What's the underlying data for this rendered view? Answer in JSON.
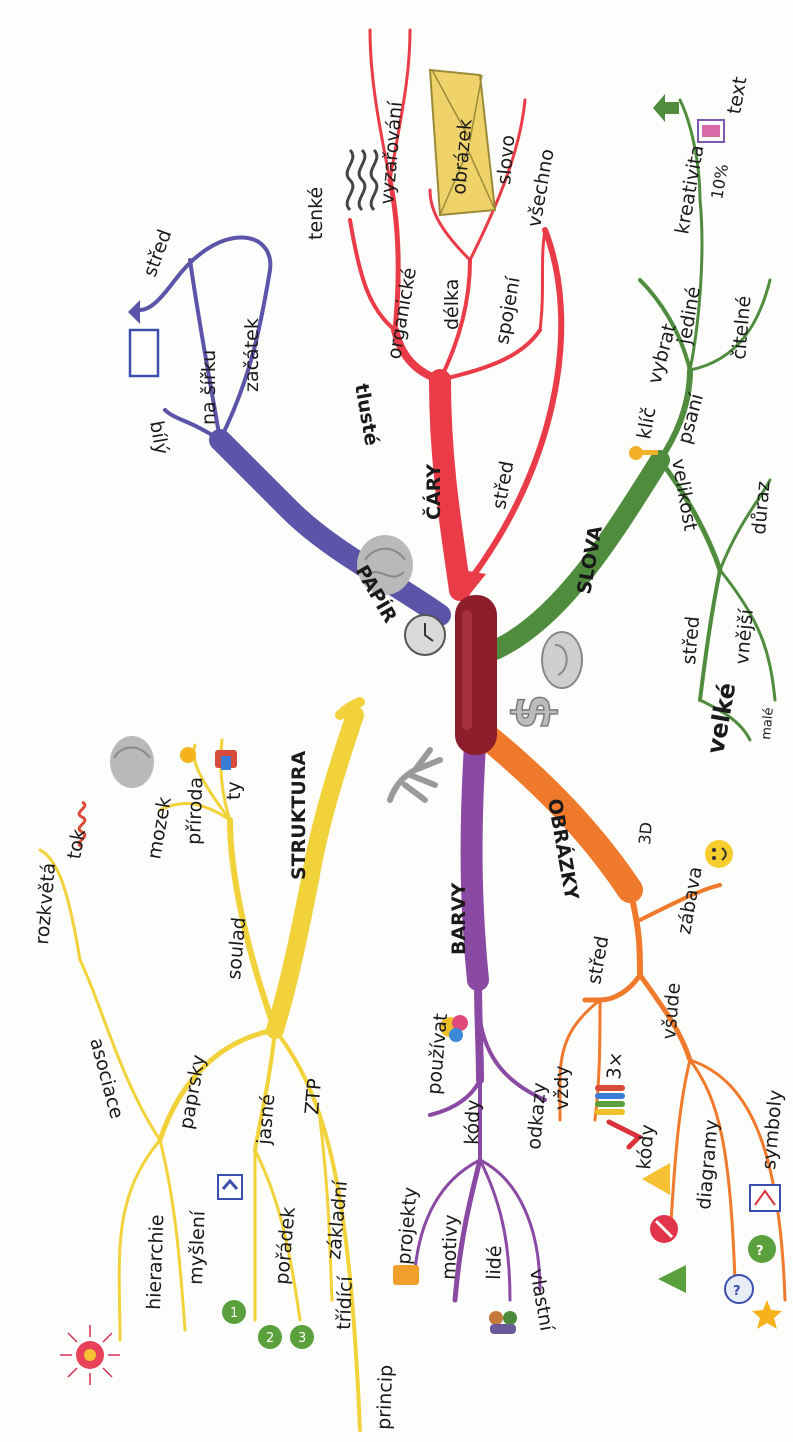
{
  "colors": {
    "paper": "#5b54a8",
    "lines": "#ea3b48",
    "words": "#4f8c3d",
    "images": "#f07a2c",
    "colors": "#8a4aa3",
    "structure": "#f2d23a",
    "center": "#8b1e2a"
  },
  "branches": {
    "paper": {
      "title": "PAPÍR",
      "labels": [
        "bílý",
        "na šířku",
        "začátek",
        "střed"
      ]
    },
    "lines": {
      "title": "ČÁRY",
      "labels": [
        "tlusté",
        "tenké",
        "organické",
        "vyzařování",
        "délka",
        "obrázek",
        "slovo",
        "spojení",
        "všechno",
        "střed"
      ]
    },
    "words": {
      "title": "SLOVA",
      "labels": [
        "klíč",
        "vybrat",
        "jediné",
        "psaní",
        "čitelné",
        "velikost",
        "důraz",
        "střed",
        "vnější",
        "velké",
        "malé",
        "kreativita",
        "10%",
        "text"
      ]
    },
    "images": {
      "title": "OBRÁZKY",
      "labels": [
        "3D",
        "zábava",
        "střed",
        "3×",
        "všude",
        "kódy",
        "diagramy",
        "symboly"
      ]
    },
    "colors": {
      "title": "BARVY",
      "labels": [
        "používat",
        "kódy",
        "odkazy",
        "vždy",
        "projekty",
        "motivy",
        "lidé",
        "vlastní"
      ]
    },
    "structure": {
      "title": "STRUKTURA",
      "labels": [
        "mozek",
        "příroda",
        "ty",
        "soulad",
        "tok",
        "rozkvětá",
        "asociace",
        "paprsky",
        "hierarchie",
        "myšlení",
        "jasné",
        "pořádek",
        "ZTP",
        "základní",
        "třídící",
        "princip"
      ]
    }
  },
  "icons": [
    "brain-icon",
    "clock-icon",
    "ear-icon",
    "dollar-icon",
    "hand-icon",
    "sun-icon",
    "key-icon",
    "arrow-up-icon",
    "book-icon",
    "smiley-icon",
    "star-icon",
    "question-icon",
    "stop-icon",
    "warning-icon",
    "check-icon",
    "triangle-icon",
    "paint-icon",
    "crayons-icon",
    "people-icon",
    "folder-icon",
    "sparkle-icon",
    "number-1-icon",
    "number-2-icon",
    "number-3-icon",
    "wave-icon",
    "envelope-icon",
    "rectangle-icon"
  ]
}
